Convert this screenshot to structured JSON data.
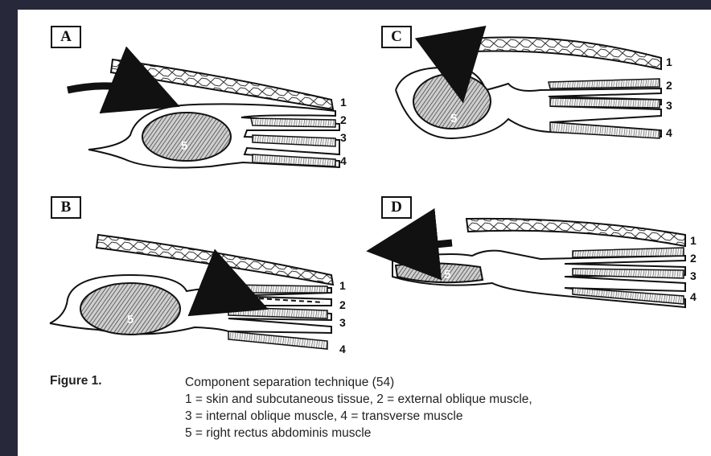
{
  "panels": [
    {
      "id": "A",
      "label": "A"
    },
    {
      "id": "B",
      "label": "B"
    },
    {
      "id": "C",
      "label": "C"
    },
    {
      "id": "D",
      "label": "D"
    }
  ],
  "layer_numbers": [
    "1",
    "2",
    "3",
    "4"
  ],
  "rectus_number": "5",
  "caption": {
    "label": "Figure 1.",
    "title": "Component separation technique (54)",
    "lines": [
      "1 = skin and subcutaneous tissue, 2 = external oblique muscle,",
      "3 = internal oblique muscle, 4 = transverse muscle",
      "5 = right rectus abdominis muscle"
    ]
  }
}
